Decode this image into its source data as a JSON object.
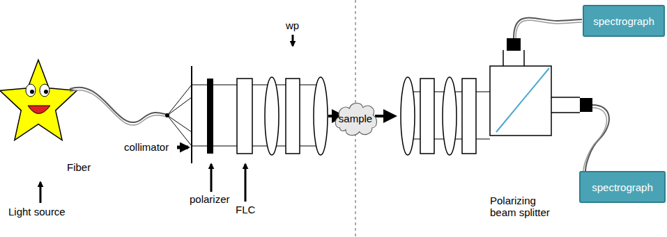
{
  "diagram": {
    "nodes": [
      {
        "text": [
          "sample"
        ]
      },
      {
        "text": [
          "spectrograph"
        ]
      },
      {
        "text": [
          "spectrograph"
        ]
      }
    ],
    "labels": [
      "Light source",
      "Fiber",
      "collimator",
      "wp",
      "polarizer",
      "FLC",
      "Polarizing beam splitter"
    ]
  }
}
